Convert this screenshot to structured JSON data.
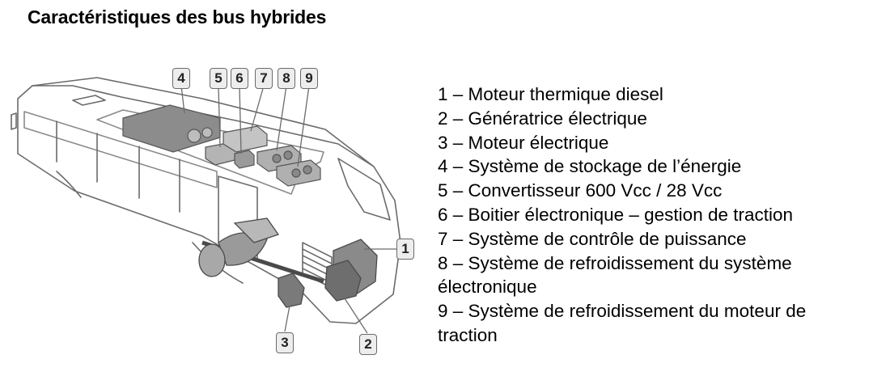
{
  "title": "Caractéristiques des bus hybrides",
  "callouts": [
    "4",
    "5",
    "6",
    "7",
    "8",
    "9",
    "1",
    "3",
    "2"
  ],
  "legend": [
    "1 – Moteur thermique diesel",
    "2 – Génératrice électrique",
    "3 – Moteur électrique",
    "4 – Système de stockage de l’énergie",
    "5 – Convertisseur 600 Vcc / 28 Vcc",
    "6 – Boitier électronique – gestion de traction",
    "7 – Système de contrôle de puissance",
    "8 – Système de refroidissement du système électronique",
    "9 – Système de refroidissement du moteur de traction"
  ],
  "colors": {
    "line": "#6b6b6b",
    "component": "#9a9a9a",
    "badge_fill": "#ededed"
  }
}
